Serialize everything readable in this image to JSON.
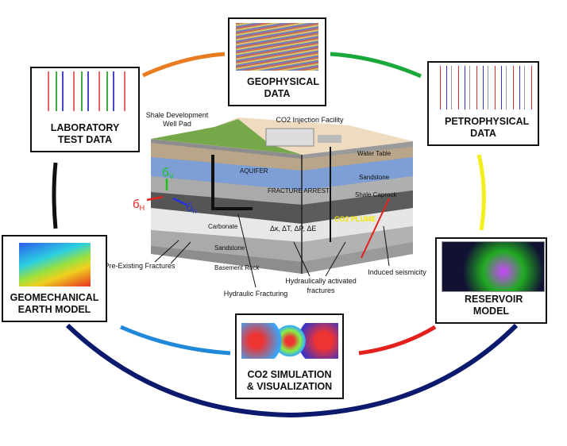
{
  "boxes": {
    "geophysical": "GEOPHYSICAL DATA",
    "laboratory": "LABORATORY TEST DATA",
    "petrophysical": "PETROPHYSICAL DATA",
    "geomechanical": "GEOMECHANICAL EARTH MODEL",
    "reservoir": "RESERVOIR MODEL",
    "simulation": "CO2 SIMULATION & VISUALIZATION"
  },
  "cycle_colors": {
    "orange": "#e87c1e",
    "green": "#1aa83a",
    "black": "#111111",
    "yellow": "#f4ee1c",
    "navy": "#0c1a6e",
    "blue": "#1f88d8",
    "red": "#e3201b"
  },
  "diagram": {
    "well_pad_1": "Shale Development",
    "well_pad_2": "Well Pad",
    "injection": "CO2 Injection Facility",
    "water_table": "Water Table",
    "aquifer": "AQUIFER",
    "sandstone_upper": "Sandstone",
    "fracture_arrest": "FRACTURE ARREST",
    "shale_caprock": "Shale Caprock",
    "co2_plume": "CO2 PLUME",
    "carbonate": "Carbonate",
    "deltas": "Δκ, ΔT, ΔP, ΔE",
    "sandstone_lower": "Sandstone",
    "basement": "Basement Rock",
    "pre_existing": "Pre-Existing Fractures",
    "hydraulic_fracturing": "Hydraulic Fracturing",
    "hydraulically_activated_1": "Hydraulically activated",
    "hydraulically_activated_2": "fractures",
    "induced_seismicity": "Induced seismicity",
    "sigma_v": "б",
    "sigma_v_sub": "V",
    "sigma_H": "б",
    "sigma_H_sub": "H",
    "sigma_h": "б",
    "sigma_h_sub": "h"
  }
}
